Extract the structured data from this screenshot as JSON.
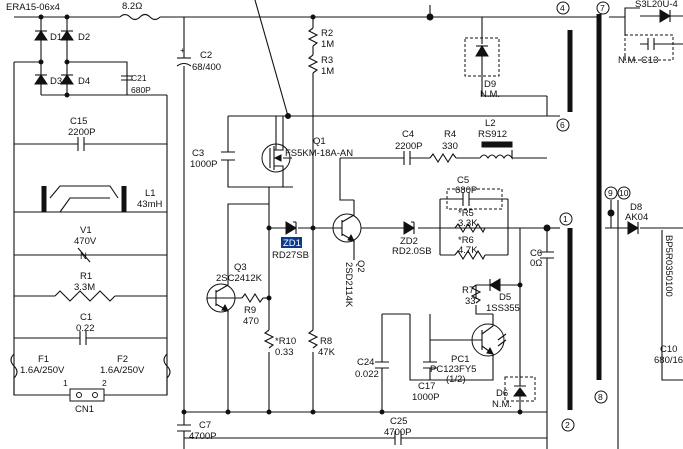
{
  "components": {
    "era": "ERA15-06x4",
    "fuse_res": "8.2Ω",
    "d1": "D1",
    "d2": "D2",
    "d3": "D3",
    "d4": "D4",
    "c21": "C21",
    "c21v": "680P",
    "c2": "C2",
    "c2v": "68/400",
    "c15": "C15",
    "c15v": "2200P",
    "l1": "L1",
    "l1v": "43mH",
    "v1": "V1",
    "v1v": "470V",
    "v1n": "N",
    "r1": "R1",
    "r1v": "3.3M",
    "c1": "C1",
    "c1v": "0.22",
    "f1": "F1",
    "f1v": "1.6A/250V",
    "f2": "F2",
    "f2v": "1.6A/250V",
    "cn1": "CN1",
    "pin1": "1",
    "pin2": "2",
    "r2": "R2",
    "r2v": "1M",
    "r3": "R3",
    "r3v": "1M",
    "c3": "C3",
    "c3v": "1000P",
    "q1": "Q1",
    "q1v": "FS5KM-18A-AN",
    "c4": "C4",
    "c4v": "2200P",
    "r4": "R4",
    "r4v": "330",
    "l2": "L2",
    "l2v": "RS912",
    "d9": "D9",
    "d9v": "N.M.",
    "c5": "C5",
    "c5v": "680P",
    "r5": "*R5",
    "r5v": "3.3K",
    "r6": "*R6",
    "r6v": "4.7K",
    "zd1": "ZD1",
    "zd1v": "RD27SB",
    "zd2": "ZD2",
    "zd2v": "RD2.0SB",
    "q2": "Q2",
    "q2v": "2SD2114K",
    "q3": "Q3",
    "q3v": "2SC2412K",
    "r9": "R9",
    "r9v": "470",
    "r10": "*R10",
    "r10v": "0.33",
    "r8": "R8",
    "r8v": "47K",
    "c6": "C6",
    "c6v": "0Ω",
    "r7": "R7",
    "r7v": "33",
    "d5": "D5",
    "d5v": "1SS355",
    "c24": "C24",
    "c24v": "0.022",
    "pc1": "PC1",
    "pc1v": "PC123FY5",
    "pc1u": "(1/2)",
    "c17": "C17",
    "c17v": "1000P",
    "d6": "D6",
    "d6v": "N.M.",
    "c7": "C7",
    "c7v": "4700P",
    "c25": "C25",
    "c25v": "4700P",
    "s3l": "S3L20U-4",
    "c13": "C13",
    "c13nm": "N.M.",
    "d8": "D8",
    "d8v": "AK04",
    "bp": "BP5R0350100",
    "c10": "C10",
    "c10v": "680/16"
  },
  "pins": {
    "p1": "1",
    "p2": "2",
    "p4": "4",
    "p6": "6",
    "p7": "7",
    "p8": "8",
    "p9": "9",
    "p10": "10"
  }
}
